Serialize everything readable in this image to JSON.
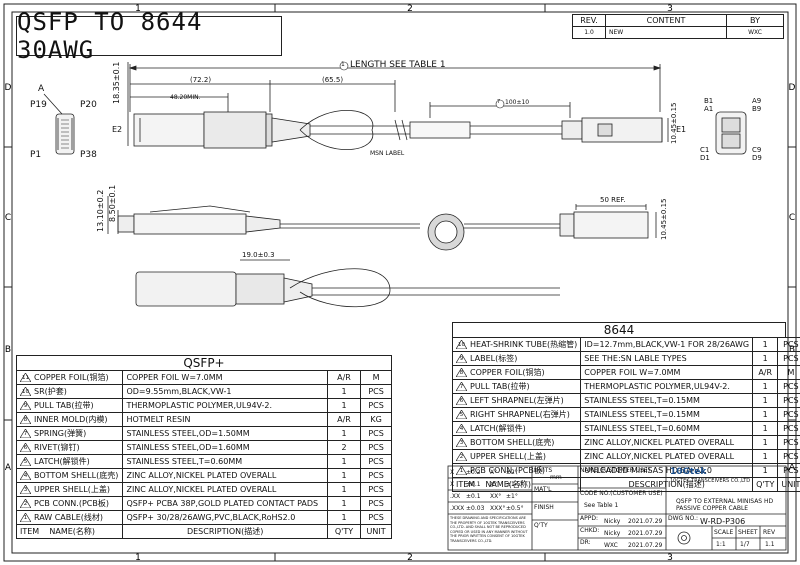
{
  "title": "QSFP TO 8644 30AWG",
  "border_cols": [
    "1",
    "2",
    "3"
  ],
  "border_rows": [
    "D",
    "C",
    "B",
    "A"
  ],
  "revision": {
    "headers": [
      "REV.",
      "CONTENT",
      "BY"
    ],
    "row": [
      "1.0",
      "NEW",
      "WXC"
    ]
  },
  "dims": {
    "length": "LENGTH SEE TABLE 1",
    "length_bubble": "1",
    "d72": "(72.2)",
    "d48": "48.20MIN.",
    "d65": "(65.5)",
    "d100": "100±10",
    "d100_bubble": "7",
    "d1835": "18.35±0.1",
    "d1310": "13.10±0.2",
    "d850": "8.50±0.1",
    "d1045a": "10.45±0.15",
    "d1045b": "10.45±0.15",
    "d50": "50 REF.",
    "d19": "19.0±0.3",
    "msn": "MSN LABEL",
    "e1": "E1",
    "e2": "E2"
  },
  "pins_left": {
    "a": "A",
    "p19": "P19",
    "p20": "P20",
    "p1": "P1",
    "p38": "P38"
  },
  "pins_right": {
    "b1": "B1",
    "a1": "A1",
    "a9": "A9",
    "b9": "B9",
    "c1": "C1",
    "d1": "D1",
    "c9": "C9",
    "d9": "D9"
  },
  "t8644": {
    "title": "8644",
    "rows": [
      {
        "n": "10",
        "name": "HEAT-SHRINK TUBE(热缩管)",
        "desc": "ID=12.7mm,BLACK,VW-1 FOR 28/26AWG",
        "qty": "1",
        "unit": "PCS"
      },
      {
        "n": "9",
        "name": "LABEL(标签)",
        "desc": "SEE THE:SN LABLE TYPES",
        "qty": "1",
        "unit": "PCS"
      },
      {
        "n": "8",
        "name": "COPPER FOIL(铜箔)",
        "desc": "COPPER FOIL W=7.0MM",
        "qty": "A/R",
        "unit": "M"
      },
      {
        "n": "7",
        "name": "PULL TAB(拉带)",
        "desc": "THERMOPLASTIC POLYMER,UL94V-2.",
        "qty": "1",
        "unit": "PCS"
      },
      {
        "n": "6",
        "name": "LEFT SHRAPNEL(左弹片)",
        "desc": "STAINLESS STEEL,T=0.15MM",
        "qty": "1",
        "unit": "PCS"
      },
      {
        "n": "5",
        "name": "RIGHT SHRAPNEL(右弹片)",
        "desc": "STAINLESS STEEL,T=0.15MM",
        "qty": "1",
        "unit": "PCS"
      },
      {
        "n": "4",
        "name": "LATCH(解锁件)",
        "desc": "STAINLESS STEEL,T=0.60MM",
        "qty": "1",
        "unit": "PCS"
      },
      {
        "n": "3",
        "name": "BOTTOM SHELL(底壳)",
        "desc": "ZINC ALLOY,NICKEL PLATED OVERALL",
        "qty": "1",
        "unit": "PCS"
      },
      {
        "n": "2",
        "name": "UPPER SHELL(上盖)",
        "desc": "ZINC ALLOY,NICKEL PLATED OVERALL",
        "qty": "1",
        "unit": "PCS"
      },
      {
        "n": "1",
        "name": "PCB CONN.(PCB板)",
        "desc": "UNLEADED MiniSAS HD-BA-V2.0",
        "qty": "1",
        "unit": "PCS"
      }
    ],
    "footer": {
      "item": "ITEM",
      "name": "NAME(名称)",
      "desc": "DESCRIPTION(描述)",
      "qty": "Q'TY",
      "unit": "UNIT"
    }
  },
  "tqsfp": {
    "title": "QSFP+",
    "rows": [
      {
        "n": "11",
        "name": "COPPER FOIL(铜箔)",
        "desc": "COPPER FOIL W=7.0MM",
        "qty": "A/R",
        "unit": "M"
      },
      {
        "n": "10",
        "name": "SR(护套)",
        "desc": "OD=9.55mm,BLACK,VW-1",
        "qty": "1",
        "unit": "PCS"
      },
      {
        "n": "9",
        "name": "PULL TAB(拉带)",
        "desc": "THERMOPLASTIC POLYMER,UL94V-2.",
        "qty": "1",
        "unit": "PCS"
      },
      {
        "n": "8",
        "name": "INNER MOLD(内模)",
        "desc": "HOTMELT RESIN",
        "qty": "A/R",
        "unit": "KG"
      },
      {
        "n": "7",
        "name": "SPRING(弹簧)",
        "desc": "STAINLESS STEEL,OD=1.50MM",
        "qty": "1",
        "unit": "PCS"
      },
      {
        "n": "6",
        "name": "RIVET(铆钉)",
        "desc": "STAINLESS STEEL,OD=1.60MM",
        "qty": "2",
        "unit": "PCS"
      },
      {
        "n": "5",
        "name": "LATCH(解锁件)",
        "desc": "STAINLESS STEEL,T=0.60MM",
        "qty": "1",
        "unit": "PCS"
      },
      {
        "n": "4",
        "name": "BOTTOM SHELL(底壳)",
        "desc": "ZINC ALLOY,NICKEL PLATED OVERALL",
        "qty": "1",
        "unit": "PCS"
      },
      {
        "n": "3",
        "name": "UPPER SHELL(上盖)",
        "desc": "ZINC ALLOY,NICKEL PLATED OVERALL",
        "qty": "1",
        "unit": "PCS"
      },
      {
        "n": "2",
        "name": "PCB CONN.(PCB板)",
        "desc": "QSFP+ PCBA 38P,GOLD PLATED CONTACT PADS",
        "qty": "1",
        "unit": "PCS"
      },
      {
        "n": "1",
        "name": "RAW CABLE(线材)",
        "desc": "QSFP+ 30/28/26AWG,PVC,BLACK,RoHS2.0",
        "qty": "1",
        "unit": "PCS"
      }
    ],
    "footer": {
      "item": "ITEM",
      "name": "NAME(名称)",
      "desc": "DESCRIPTION(描述)",
      "qty": "Q'TY",
      "unit": "UNIT"
    }
  },
  "titleblock": {
    "tol": [
      [
        "X",
        "±0.2",
        "X°",
        "±2°"
      ],
      [
        "X",
        "±0.1",
        "X°",
        "±1.5°"
      ],
      [
        ".XX",
        "±0.1",
        "XX°",
        "±1°"
      ],
      [
        ".XXX",
        "±0.03",
        "XXX°",
        "±0.5°"
      ]
    ],
    "units_label": "UNITS",
    "units_val": "mm",
    "matl": "MAT'L",
    "finish": "FINISH",
    "qty": "Q'TY",
    "disclaimer": "THESE DRAWING AND SPECIFICATIONS ARE THE PROPERTY OF 10GTEK TRANSCEIVERS CO.,LTD. AND SHALL NOT BE REPRODUCED COPIED OR USED IN ANY MANNER WITHOUT THE PRIOR WRITTEN CONSENT OF 10GTEK TRANSCEIVERS CO.,LTD.",
    "name_customer": "NAME(CUSTOMER USE)",
    "code_customer": "CODE NO.(CUSTOMER USE)",
    "see_table": "See Table 1",
    "appd": "APPD:",
    "appd_name": "Nicky",
    "appd_date": "2021.07.29",
    "chkd": "CHKD:",
    "chkd_name": "Nicky",
    "chkd_date": "2021.07.29",
    "dr": "DR:",
    "dr_name": "WXC",
    "dr_date": "2021.07.29",
    "logo": "10Gtek",
    "company": "10GTEK TRANSCEIVERS CO.,LTD",
    "part_title1": "QSFP TO EXTERNAL MINISAS HD",
    "part_title2": "PASSIVE COPPER CABLE",
    "dwg_label": "DWG NO.:",
    "dwg_no": "W-RD-P306",
    "scale_label": "SCALE",
    "sheet_label": "SHEET",
    "rev_label": "REV",
    "scale": "1:1",
    "sheet": "1/7",
    "rev": "1.1"
  }
}
